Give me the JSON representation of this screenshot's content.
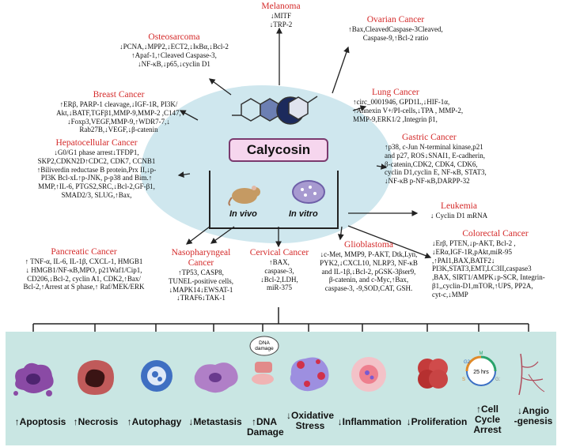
{
  "center": {
    "compound": "Calycosin",
    "in_vivo": "In vivo",
    "in_vitro": "In vitro"
  },
  "cancers": {
    "melanoma": {
      "title": "Melanoma",
      "body": "↓MITF\n↓TRP-2"
    },
    "osteosarcoma": {
      "title": "Osteosarcoma",
      "body": "↓PCNA,↓MPP2,↓ECT2,↓IκBα,↓Bcl-2\n↑Apaf-1,↑Cleaved Caspase-3,\n↓NF-κB,↓p65,↓cyclin D1"
    },
    "ovarian": {
      "title": "Ovarian Cancer",
      "body": "↑Bax,CleavedCaspase-3Cleaved,\nCaspase-9,↑Bcl-2 ratio"
    },
    "breast": {
      "title": "Breast Cancer",
      "body": "↑ERβ, PARP-1 cleavage,↓IGF-1R, PI3K/\nAkt,↓BATF,TGFβ1,MMP-9,MMP-2 ,C147,\n↓Foxp3,VEGF,MMP-9,↑WDR7-7,↓\nRab27B,↓VEGF,↓β-catenin"
    },
    "lung": {
      "title": "Lung Cancer",
      "body": "↑circ_0001946, GPD1L,↓HIF-1α,\n↑Annexin V+/PI-cells,↓TPA , MMP-2,\nMMP-9,ERK1/2 ,Integrin β1,"
    },
    "gastric": {
      "title": "Gastric Cancer",
      "body": "↑p38, c-Jun N-terminal kinase,p21\nand p27, ROS↓SNAI1, E-cadherin,\nβ-catenin,CDK2, CDK4, CDK6,\ncyclin D1,cyclin E, NF-κB, STAT3,\n↓NF-κB p-NF-κB,DARPP-32"
    },
    "hepatocellular": {
      "title": "Hepatocellular Cancer",
      "body": "↓G0/G1 phase arrest↓TFDP1,\nSKP2,CDKN2D↑CDC2, CDK7, CCNB1\n↑Biliverdin reductase B protein,Prx II,↓p-\nPI3K Bcl-xL↑p-JNK, p-p38 and Bim.↑\nMMP,↑IL-6, PTGS2,SRC,↓Bcl-2,GF-β1,\nSMAD2/3, SLUG,↑Bax,"
    },
    "leukemia": {
      "title": "Leukemia",
      "body": "↓ Cyclin D1 mRNA"
    },
    "pancreatic": {
      "title": "Pancreatic Cancer",
      "body": "↑ TNF-α, IL-6, IL-1β, CXCL-1, HMGB1\n↓ HMGB1/NF-κB,MPO, p21Waf1/Cip1,\nCD206,↓Bcl-2, cyclin A1, CDK2,↑Bax/\nBcl-2,↑Arrest at S phase,↑ Raf/MEK/ERK"
    },
    "nasopharyngeal": {
      "title": "Nasopharyngeal\nCancer",
      "body": "↑TP53, CASP8,\nTUNEL-positive cells,\n↓MAPK14↓EWSAT-1\n↓TRAF6↓TAK-1"
    },
    "cervical": {
      "title": "Cervical Cancer",
      "body": "↑BAX,\ncaspase-3,\n↓Bcl-2,LDH,\nmiR-375"
    },
    "glioblastoma": {
      "title": "Glioblastoma",
      "body": "↓c-Met, MMP9, P-AKT, Dtk,Lyn,\nPYK2,↓CXCL10, NLRP3, NF-κB\nand IL-1β,↓Bcl-2, pGSK-3βser9,\nβ-catenin, and c-Myc,↑Bax,\ncaspase-3, -9,SOD,CAT, GSH."
    },
    "colorectal": {
      "title": "Colorectal Cancer",
      "body": "↓Erβ, PTEN,↓p-AKT, Bcl-2 ,\n↓ERα,IGF-1R,pAkt,miR-95\n,↑PAI1,BAX,BATF2↓\nPI3K,STAT3,EMT,LC3II,caspase3\n,BAX, SIRT1/AMPK↓p-SCR, Integrin-\nβ1,,cyclin-D1,mTOR,↑UPS, PP2A,\ncyt-c,↓MMP"
    }
  },
  "effects": {
    "apoptosis": "↑Apoptosis",
    "necrosis": "↑Necrosis",
    "autophagy": "↑Autophagy",
    "metastasis": "↓Metastasis",
    "dna_damage": "↑DNA\nDamage",
    "oxidative": "↓Oxidative\nStress",
    "inflammation": "↓Inflammation",
    "proliferation": "↓Proliferation",
    "cell_cycle": "↑Cell\nCycle\nArrest",
    "angio": "↓Angio\n-genesis"
  },
  "icon_labels": {
    "dna_tag": "DNA\ndamage",
    "clock": "25 hrs",
    "phase_m": "M",
    "phase_g2": "G2",
    "phase_s": "S",
    "phase_g1": "G1"
  },
  "colors": {
    "title_red": "#d42a2a",
    "panel": "#c9e6e3",
    "blob": "#cfe7ee",
    "calycosin_box": "#f6d6ee"
  }
}
